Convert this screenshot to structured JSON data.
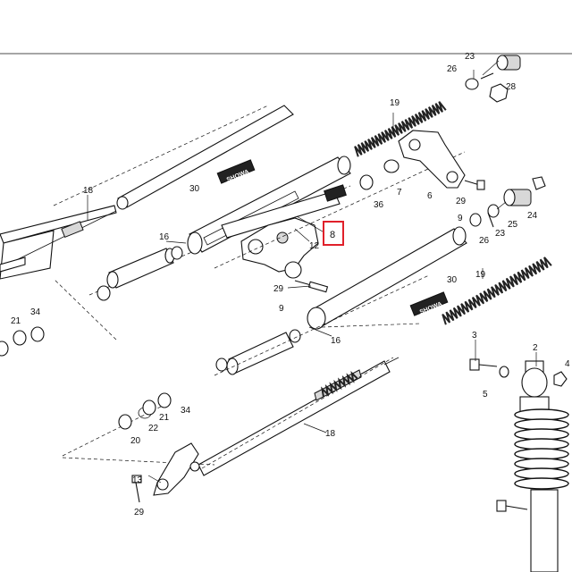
{
  "diagram": {
    "callouts": [
      "2",
      "3",
      "4",
      "5",
      "6",
      "7",
      "8",
      "9",
      "9",
      "9",
      "12",
      "13",
      "16",
      "16",
      "18",
      "18",
      "19",
      "19",
      "20",
      "21",
      "22",
      "23",
      "23",
      "24",
      "25",
      "26",
      "26",
      "28",
      "29",
      "29",
      "29",
      "30",
      "30",
      "34",
      "34",
      "36"
    ],
    "highlighted_callout": "8",
    "decal_text": "SHOWA",
    "colors": {
      "line": "#111111",
      "background": "#ffffff",
      "highlight": "#e0202a",
      "spring": "#222222"
    }
  }
}
